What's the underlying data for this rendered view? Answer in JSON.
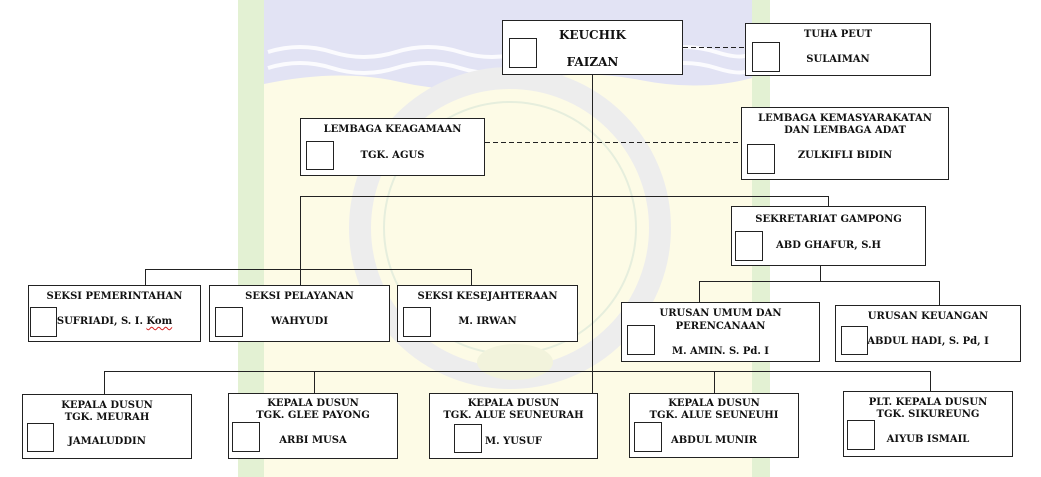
{
  "nodes": {
    "keuchik": {
      "title": "KEUCHIK",
      "name": "FAIZAN"
    },
    "tuha_peut": {
      "title": "TUHA PEUT",
      "name": "SULAIMAN"
    },
    "lembaga_keagamaan": {
      "title": "LEMBAGA KEAGAMAAN",
      "name": "TGK. AGUS"
    },
    "lembaga_adat": {
      "title": [
        "LEMBAGA KEMASYARAKATAN",
        "DAN LEMBAGA ADAT"
      ],
      "name": "ZULKIFLI BIDIN"
    },
    "sekretariat": {
      "title": "SEKRETARIAT GAMPONG",
      "name": "ABD GHAFUR, S.H"
    },
    "seksi_pemerintahan": {
      "title": "SEKSI PEMERINTAHAN",
      "name": "SUFRIADI, S. I.",
      "name_flagged_word": "Kom"
    },
    "seksi_pelayanan": {
      "title": "SEKSI PELAYANAN",
      "name": "WAHYUDI"
    },
    "seksi_kesejahteraan": {
      "title": "SEKSI KESEJAHTERAAN",
      "name": "M. IRWAN"
    },
    "urusan_umum": {
      "title": [
        "URUSAN UMUM DAN",
        "PERENCANAAN"
      ],
      "name": "M. AMIN. S. Pd. I"
    },
    "urusan_keuangan": {
      "title": "URUSAN KEUANGAN",
      "name": "ABDUL HADI, S. Pd, I"
    },
    "dusun_meurah": {
      "title": [
        "KEPALA DUSUN",
        "TGK. MEURAH"
      ],
      "name": "JAMALUDDIN"
    },
    "dusun_glee_payong": {
      "title": [
        "KEPALA DUSUN",
        "TGK. GLEE PAYONG"
      ],
      "name": "ARBI MUSA"
    },
    "dusun_alue_seuneurah": {
      "title": [
        "KEPALA DUSUN",
        "TGK. ALUE SEUNEURAH"
      ],
      "name": "M. YUSUF"
    },
    "dusun_alue_seuneuhi": {
      "title": [
        "KEPALA DUSUN",
        "TGK. ALUE SEUNEUHI"
      ],
      "name": "ABDUL MUNIR"
    },
    "dusun_sikureung": {
      "title": [
        "PLT. KEPALA DUSUN",
        "TGK. SIKUREUNG"
      ],
      "name": "AIYUB ISMAIL"
    }
  },
  "colors": {
    "line": "#222222",
    "spellcheck_underline": "#d42020",
    "watermark_yellow": "#fdfbe6",
    "watermark_green": "#e3f1d3",
    "watermark_blue": "#e2e3f4"
  }
}
